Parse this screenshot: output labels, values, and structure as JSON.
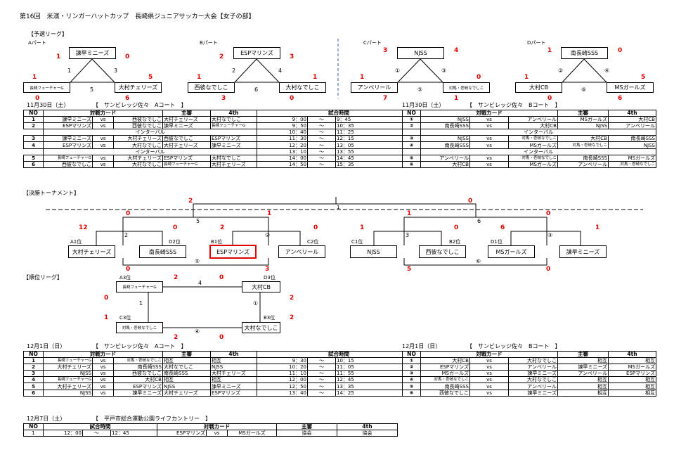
{
  "title": "第16回　米濱・リンガーハットカップ　長崎県ジュニアサッカー大会【女子の部】",
  "league_header": "【予選リーグ】",
  "tournament_header": "【決勝トーナメント】",
  "placement_header": "【順位リーグ】",
  "groups": {
    "A": {
      "name": "Aパート",
      "top": "諫早ミニーズ",
      "left": "長崎フューチャーG",
      "right": "大村チェリーズ",
      "m_left": "1",
      "m_right": "3",
      "m_bottom": "5",
      "s": [
        "1",
        "0",
        "1",
        "5",
        "0",
        "6"
      ]
    },
    "B": {
      "name": "Bパート",
      "top": "ESPマリンズ",
      "left": "西彼なでしこ",
      "right": "大村なでしこ",
      "m_left": "2",
      "m_right": "4",
      "m_bottom": "6",
      "s": [
        "2",
        "3",
        "1",
        "1",
        "3",
        "0"
      ]
    },
    "C": {
      "name": "Cパート",
      "top": "NJSS",
      "left": "アンベリール",
      "right": "対馬・壱岐なでしこ",
      "m_left": "①",
      "m_right": "③",
      "m_bottom": "⑤",
      "s": [
        "3",
        "4",
        "1",
        "0",
        "7",
        "1"
      ]
    },
    "D": {
      "name": "Dパート",
      "top": "南長崎SSS",
      "left": "大村CB",
      "right": "MSガールズ",
      "m_left": "②",
      "m_right": "④",
      "m_bottom": "⑥",
      "s": [
        "1",
        "0",
        "1",
        "5",
        "0",
        "6"
      ]
    }
  },
  "day1_a": {
    "date": "11月30日（土）",
    "venue": "【　サンビレッジ佐々　Aコート　】",
    "headers": [
      "NO",
      "対戦カード",
      "主審",
      "4th",
      "試合時間"
    ],
    "rows": [
      {
        "no": "1",
        "h": "諫早ミニーズ",
        "vs": "vs",
        "a": "西彼なでしこ",
        "ref": "大村チェリーズ",
        "fourth": "大村なでしこ",
        "t1": "9：00",
        "til": "～",
        "t2": "9：45"
      },
      {
        "no": "2",
        "h": "ESPマリンズ",
        "vs": "vs",
        "a": "西彼なでしこ",
        "ref": "諫早ミニーズ",
        "fourth": "長崎フューチャーG",
        "t1": "9：50",
        "til": "～",
        "t2": "10：35"
      },
      {
        "interval": "インターバル",
        "t1": "10：40",
        "til": "～",
        "t2": "11：25"
      },
      {
        "no": "3",
        "h": "諫早ミニーズ",
        "vs": "vs",
        "a": "大村チェリーズ",
        "ref": "西彼なでしこ",
        "fourth": "ESPマリンズ",
        "t1": "11：30",
        "til": "～",
        "t2": "12：15"
      },
      {
        "no": "4",
        "h": "ESPマリンズ",
        "vs": "vs",
        "a": "大村なでしこ",
        "ref": "大村チェリーズ",
        "fourth": "諫早ミニーズ",
        "t1": "12：20",
        "til": "～",
        "t2": "13：05"
      },
      {
        "interval": "インターバル",
        "t1": "13：10",
        "til": "～",
        "t2": "13：55"
      },
      {
        "no": "5",
        "h": "長崎フューチャーG",
        "vs": "vs",
        "a": "大村チェリーズ",
        "ref": "ESPマリンズ",
        "fourth": "大村なでしこ",
        "t1": "14：00",
        "til": "～",
        "t2": "14：45"
      },
      {
        "no": "6",
        "h": "西彼なでしこ",
        "vs": "vs",
        "a": "大村なでしこ",
        "ref": "長崎フューチャーG",
        "fourth": "大村チェリーズ",
        "t1": "14：50",
        "til": "～",
        "t2": "15：35"
      }
    ]
  },
  "day1_b": {
    "date": "11月30日（土）",
    "venue": "【　サンビレッジ佐々　Bコート　】",
    "headers": [
      "NO",
      "対戦カード",
      "主審",
      "4th"
    ],
    "rows": [
      {
        "no": "①",
        "h": "NJSS",
        "vs": "vs",
        "a": "アンベリール",
        "ref": "MSガールズ",
        "fourth": "大村CB"
      },
      {
        "no": "②",
        "h": "南長崎SSS",
        "vs": "vs",
        "a": "大村CB",
        "ref": "NJSS",
        "fourth": "アンベリール"
      },
      {
        "interval": "インターバル"
      },
      {
        "no": "③",
        "h": "NJSS",
        "vs": "vs",
        "a": "対馬・壱岐なでしこ",
        "ref": "大村CB",
        "fourth": "南長崎SSS"
      },
      {
        "no": "④",
        "h": "南長崎SSS",
        "vs": "vs",
        "a": "MSガールズ",
        "ref": "対馬・壱岐なでしこ",
        "fourth": "NJSS"
      },
      {
        "interval": "インターバル"
      },
      {
        "no": "⑤",
        "h": "アンベリール",
        "vs": "vs",
        "a": "対馬・壱岐なでしこ",
        "ref": "南長崎SSS",
        "fourth": "MSガールズ"
      },
      {
        "no": "⑥",
        "h": "大村CB",
        "vs": "vs",
        "a": "MSガールズ",
        "ref": "アンベリール",
        "fourth": "対馬・壱岐なでしこ"
      }
    ]
  },
  "tournament": {
    "final_no": "1",
    "left": {
      "semi_no": "5",
      "qf1_no": "2",
      "qf2_no": "②",
      "place_no": "⑤",
      "teams": [
        {
          "seed": "A1位",
          "name": "大村チェリーズ"
        },
        {
          "seed": "D2位",
          "name": "南長崎SSS"
        },
        {
          "seed": "B1位",
          "name": "ESPマリンズ"
        },
        {
          "seed": "C2位",
          "name": "アンベリール"
        }
      ]
    },
    "right": {
      "semi_no": "6",
      "qf1_no": "3",
      "qf2_no": "③",
      "place_no": "⑥",
      "teams": [
        {
          "seed": "C1位",
          "name": "NJSS"
        },
        {
          "seed": "B2位",
          "name": "西彼なでしこ"
        },
        {
          "seed": "D1位",
          "name": "MSガールズ"
        },
        {
          "seed": "",
          "name": "諫早ミニーズ"
        }
      ]
    },
    "scores": {
      "final_l": "2",
      "final_r": "0",
      "semi_ll": "0",
      "semi_lr": "1",
      "semi_rl": "1",
      "semi_rr": "0",
      "qf_a1": "12",
      "qf_a2": "0",
      "qf_b1": "2",
      "qf_b2": "0",
      "qf_c1": "1",
      "qf_c2": "0",
      "qf_d1": "6",
      "qf_d2": "1",
      "pl_l1": "0",
      "pl_l2": "3",
      "pl_r1": "5",
      "pl_r2": "0"
    }
  },
  "placement": {
    "teams": [
      {
        "seed": "A3位",
        "name": "長崎フューチャーG"
      },
      {
        "seed": "D3位",
        "name": "大村CB"
      },
      {
        "seed": "C3位",
        "name": "対馬・壱岐なでしこ"
      },
      {
        "seed": "B3位",
        "name": "大村なでしこ"
      }
    ],
    "m_top": "4",
    "m_left": "1",
    "m_right": "①",
    "m_bottom": "④",
    "scores": {
      "top_l": "2",
      "top_r": "0",
      "left_t": "0",
      "left_b": "1",
      "right_t": "2",
      "right_b": "2",
      "bot_l": "2",
      "bot_r": "0"
    }
  },
  "day2_a": {
    "date": "12月1日（日）",
    "venue": "【　サンビレッジ佐々　Aコート　】",
    "headers": [
      "NO",
      "対戦カード",
      "主審",
      "4th",
      "試合時間"
    ],
    "rows": [
      {
        "no": "1",
        "h": "長崎フューチャーG",
        "vs": "vs",
        "a": "対馬・壱岐なでしこ",
        "ref": "相互",
        "fourth": "相互",
        "t1": "9：30",
        "til": "～",
        "t2": "10：15"
      },
      {
        "no": "2",
        "h": "大村チェリーズ",
        "vs": "vs",
        "a": "南長崎SSS",
        "ref": "大村なでしこ",
        "fourth": "NJSS",
        "t1": "10：20",
        "til": "～",
        "t2": "11：05"
      },
      {
        "no": "3",
        "h": "NJSS",
        "vs": "vs",
        "a": "西彼なでしこ",
        "ref": "南長崎SSS",
        "fourth": "大村チェリーズ",
        "t1": "11：10",
        "til": "～",
        "t2": "11：55"
      },
      {
        "no": "4",
        "h": "長崎フューチャーG",
        "vs": "vs",
        "a": "大村CB",
        "ref": "相互",
        "fourth": "相互",
        "t1": "12：00",
        "til": "～",
        "t2": "12：45"
      },
      {
        "no": "5",
        "h": "大村チェリーズ",
        "vs": "vs",
        "a": "ESPマリンズ",
        "ref": "NJSS",
        "fourth": "諫早ミニーズ",
        "t1": "12：50",
        "til": "～",
        "t2": "13：35"
      },
      {
        "no": "6",
        "h": "NJSS",
        "vs": "vs",
        "a": "諫早ミニーズ",
        "ref": "大村チェリーズ",
        "fourth": "ESPマリンズ",
        "t1": "13：40",
        "til": "～",
        "t2": "14：25"
      }
    ]
  },
  "day2_b": {
    "date": "12月1日（日）",
    "venue": "【　サンビレッジ佐々　Bコート　】",
    "headers": [
      "NO",
      "対戦カード",
      "主審",
      "4th"
    ],
    "rows": [
      {
        "no": "①",
        "h": "大村CB",
        "vs": "vs",
        "a": "大村なでしこ",
        "ref": "相互",
        "fourth": "相互"
      },
      {
        "no": "②",
        "h": "ESPマリンズ",
        "vs": "vs",
        "a": "アンベリール",
        "ref": "諫早ミニーズ",
        "fourth": "MSガールズ"
      },
      {
        "no": "③",
        "h": "MSガールズ",
        "vs": "vs",
        "a": "諫早ミニーズ",
        "ref": "アンベリール",
        "fourth": "ESPマリンズ"
      },
      {
        "no": "④",
        "h": "対馬・壱岐なでしこ",
        "vs": "vs",
        "a": "大村なでしこ",
        "ref": "相互",
        "fourth": "相互"
      },
      {
        "no": "⑤",
        "h": "南長崎SSS",
        "vs": "vs",
        "a": "アンベリール",
        "ref": "相互",
        "fourth": "相互"
      },
      {
        "no": "⑥",
        "h": "西彼なでしこ",
        "vs": "vs",
        "a": "諫早ミニーズ",
        "ref": "相互",
        "fourth": "相互"
      }
    ]
  },
  "final_day": {
    "date": "12月7日（土）",
    "venue": "【　平戸市総合運動公園ライフカントリー　】",
    "headers": [
      "NO",
      "試合時間",
      "対戦カード",
      "主審",
      "4th"
    ],
    "row": {
      "no": "1",
      "t1": "12：00",
      "til": "～",
      "t2": "12：45",
      "h": "ESPマリンズ",
      "vs": "vs",
      "a": "MSガールズ",
      "ref": "協会",
      "fourth": "協会"
    }
  }
}
